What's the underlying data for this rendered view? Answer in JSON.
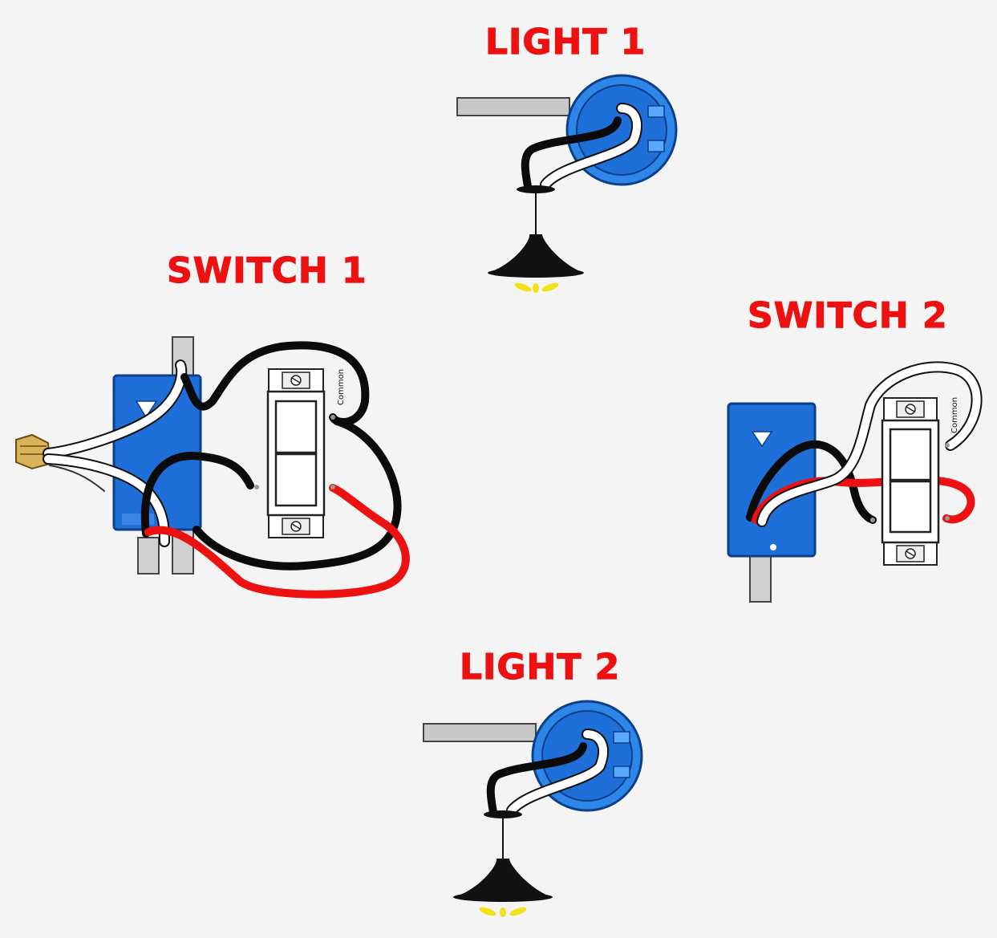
{
  "labels": {
    "light1": "LIGHT 1",
    "switch1": "SWITCH 1",
    "switch2": "SWITCH 2",
    "light2": "LIGHT 2"
  },
  "switch_terminal_label": "Common",
  "colors": {
    "label": "#ee1111",
    "hot_wire": "#0b0b0b",
    "traveler_wire": "#ee1111",
    "neutral_wire": "#ffffff",
    "electrical_box": "#1f6fd8",
    "background": "#f4f4f4",
    "bulb_glow": "#f3e21a"
  },
  "icons": [
    "electrical-box-icon",
    "light-fixture-icon",
    "three-way-switch-icon",
    "wire-connector-icon"
  ]
}
